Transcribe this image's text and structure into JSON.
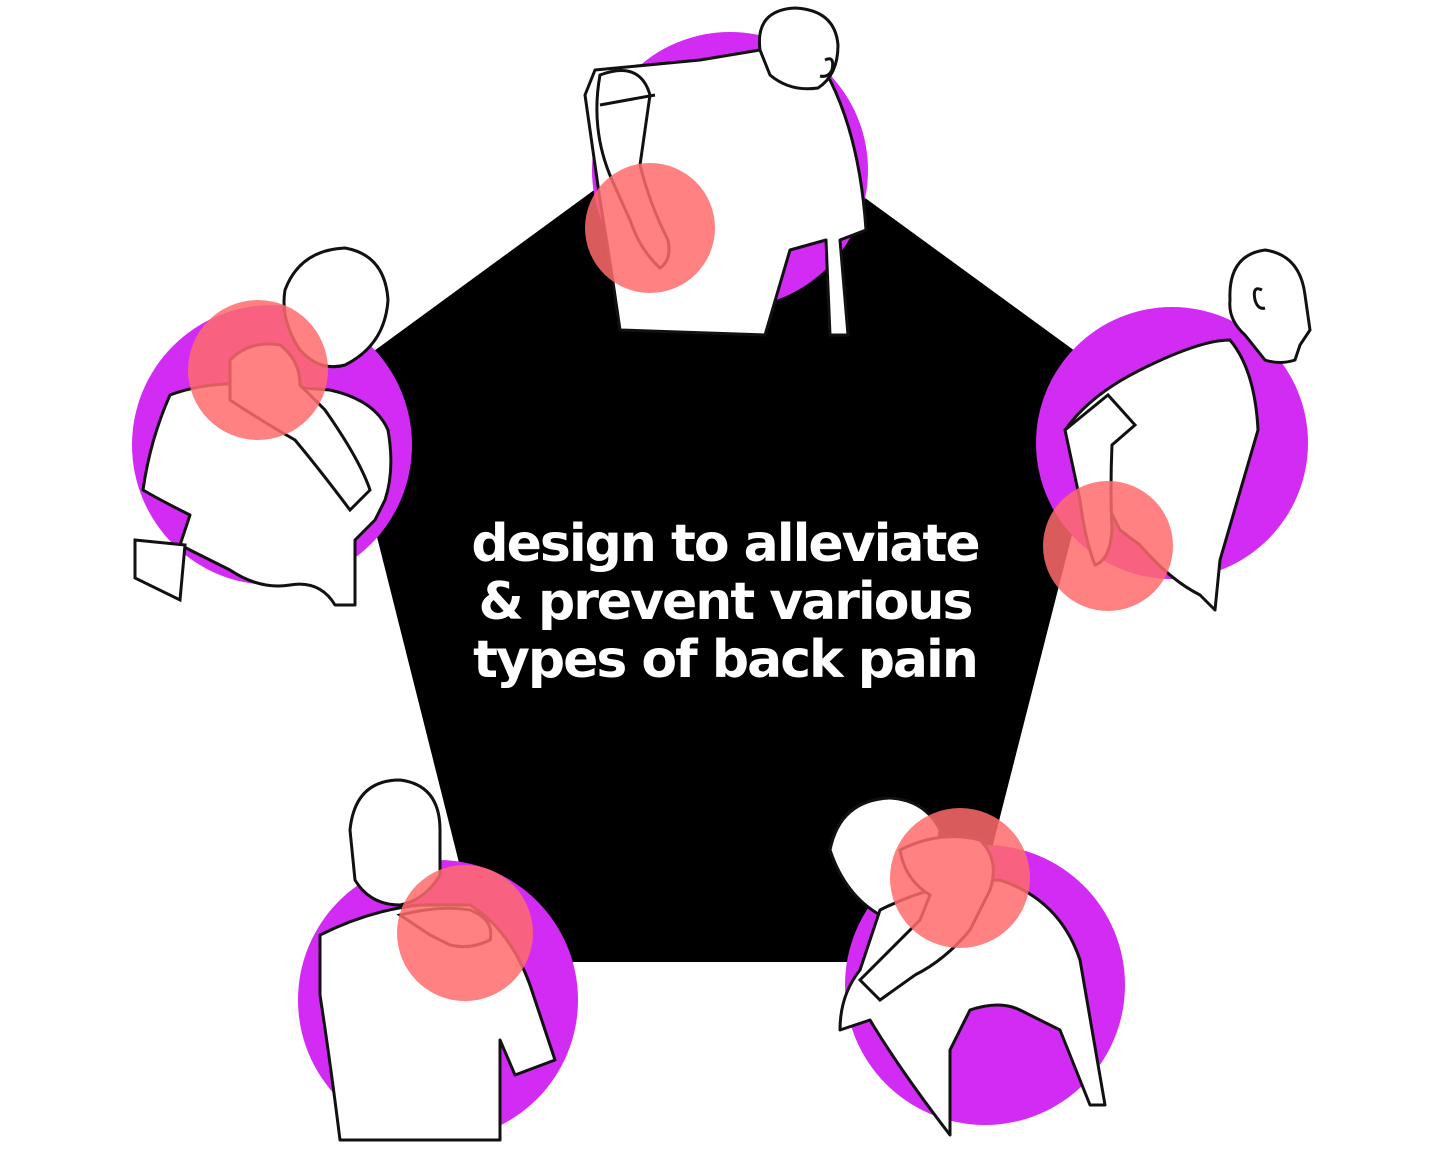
{
  "headline": {
    "lines": [
      "design to alleviate",
      "& prevent various",
      "types of back pain"
    ]
  },
  "colors": {
    "background": "#ffffff",
    "pentagon": "#000000",
    "accent_circle": "#d22bf3",
    "pain_spot": "#ff6b6b",
    "text": "#ffffff",
    "outline": "#111111"
  },
  "figures": [
    {
      "id": "figure-top",
      "pose": "hand on lower back"
    },
    {
      "id": "figure-left",
      "pose": "holding neck"
    },
    {
      "id": "figure-right",
      "pose": "hand on lower back, side view"
    },
    {
      "id": "figure-bottom-left",
      "pose": "hand on shoulder"
    },
    {
      "id": "figure-bottom-right",
      "pose": "head in hand, bent over"
    }
  ]
}
